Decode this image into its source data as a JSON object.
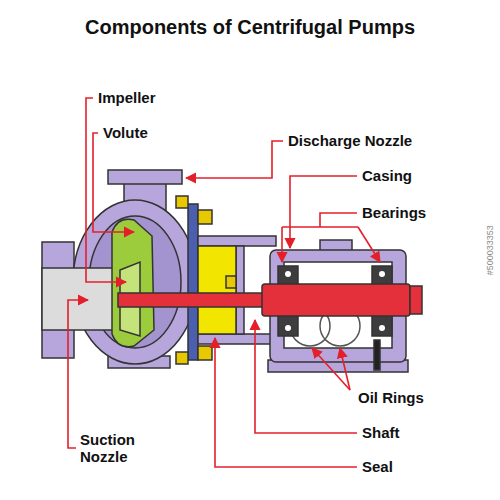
{
  "diagram": {
    "title": "Components of Centrifugal Pumps",
    "labels": [
      "Impeller",
      "Volute",
      "Discharge Nozzle",
      "Casing",
      "Bearings",
      "Oil Rings",
      "Shaft",
      "Seal",
      "Suction Nozzle",
      "#500033353"
    ]
  }
}
